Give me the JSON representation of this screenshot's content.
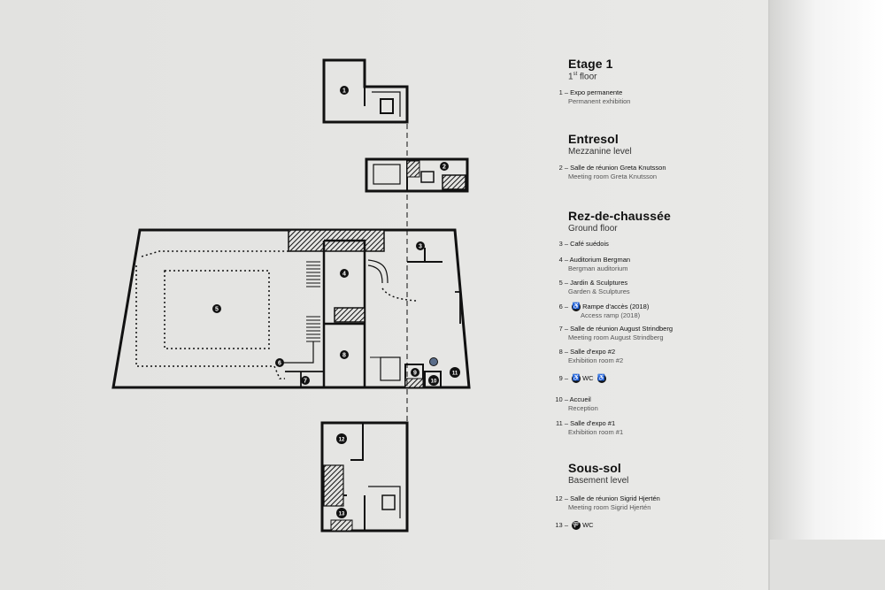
{
  "sections": {
    "etage1": {
      "title": "Etage 1",
      "subtitle": "1st floor"
    },
    "entresol": {
      "title": "Entresol",
      "subtitle": "Mezzanine level"
    },
    "rdc": {
      "title": "Rez-de-chaussée",
      "subtitle": "Ground floor"
    },
    "soussol": {
      "title": "Sous-sol",
      "subtitle": "Basement level"
    }
  },
  "subtitle_parts": {
    "first_num": "1",
    "first_sup": "st",
    "first_rest": " floor"
  },
  "entries": [
    {
      "num": "1 –",
      "fr": "Expo permanente",
      "en": "Permanent exhibition"
    },
    {
      "num": "2 –",
      "fr": "Salle de réunion Greta Knutsson",
      "en": "Meeting room Greta Knutsson"
    },
    {
      "num": "3 –",
      "fr": "Café suédois",
      "en": ""
    },
    {
      "num": "4 –",
      "fr": "Auditorium Bergman",
      "en": "Bergman auditorium"
    },
    {
      "num": "5 –",
      "fr": "Jardin & Sculptures",
      "en": "Garden & Sculptures"
    },
    {
      "num": "6 –",
      "fr": "Rampe d'accès (2018)",
      "en": "Access ramp (2018)"
    },
    {
      "num": "7 –",
      "fr": "Salle de réunion August Strindberg",
      "en": "Meeting room August Strindberg"
    },
    {
      "num": "8 –",
      "fr": "Salle d'expo #2",
      "en": "Exhibition room #2"
    },
    {
      "num": "9 –",
      "fr": "WC",
      "en": ""
    },
    {
      "num": "10 –",
      "fr": "Accueil",
      "en": "Reception"
    },
    {
      "num": "11 –",
      "fr": "Salle d'expo #1",
      "en": "Exhibition room #1"
    },
    {
      "num": "12 –",
      "fr": "Salle de réunion Sigrid Hjertén",
      "en": "Meeting room Sigrid Hjertén"
    },
    {
      "num": "13 –",
      "fr": "WC",
      "en": ""
    }
  ],
  "plan_labels": [
    "1",
    "2",
    "3",
    "4",
    "5",
    "6",
    "7",
    "8",
    "9",
    "10",
    "11",
    "12",
    "13"
  ],
  "icons": {
    "wheelchair": "wheelchair-icon",
    "accessible_wc": "accessible-wc-icon",
    "toilets": "toilets-icon"
  },
  "glyphs": {
    "wheelchair": "♿",
    "toilets": "⚤"
  }
}
